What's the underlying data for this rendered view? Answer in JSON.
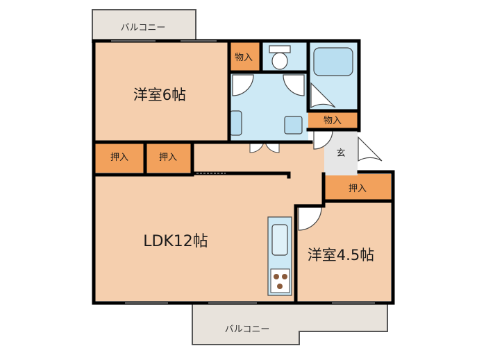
{
  "rooms": {
    "western_6": "洋室6帖",
    "ldk": "LDK12帖",
    "western_45": "洋室4.5帖"
  },
  "storage": {
    "mono_1": "物入",
    "mono_2": "物入",
    "oshi_1": "押入",
    "oshi_2": "押入",
    "oshi_3": "押入"
  },
  "entrance": "玄",
  "balconies": {
    "top": "バルコニー",
    "bottom": "バルコニー"
  },
  "colors": {
    "room": "#f5cfae",
    "storage": "#f2a15c",
    "water": "#cde9f5",
    "balcony": "#e8e3dc",
    "entrance": "#e6e6e6",
    "wall": "#000000"
  }
}
